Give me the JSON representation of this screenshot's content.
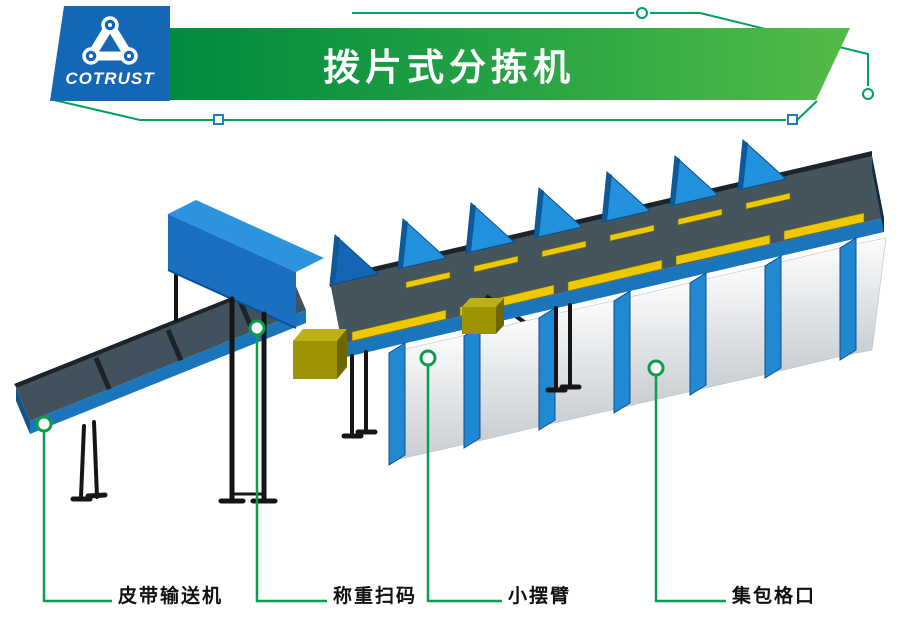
{
  "header": {
    "brand": "COTRUST",
    "logo_icon": "three-circle-gear-logo",
    "title": "拨片式分拣机",
    "colors": {
      "logo_blue": "#1467b5",
      "banner_green_dark": "#00893f",
      "banner_green_light": "#55bb47",
      "decor_line_green": "#00a15a",
      "decor_node_blue": "#1f7ec2",
      "title_text": "#ffffff"
    }
  },
  "machine_colors": {
    "frame_blue": "#1b75bb",
    "fin_blue": "#2191dd",
    "belt_dark": "#45555e",
    "strip_yellow": "#eec800",
    "parcel_olive": "#9e9303",
    "chute_light": "#fdfdfd",
    "callout_green": "#0a9e4c"
  },
  "callouts": [
    {
      "label": "皮带输送机",
      "target": "belt-conveyor"
    },
    {
      "label": "称重扫码",
      "target": "scanner-gantry"
    },
    {
      "label": "小摆臂",
      "target": "paddle-arm"
    },
    {
      "label": "集包格口",
      "target": "collection-chute"
    }
  ]
}
